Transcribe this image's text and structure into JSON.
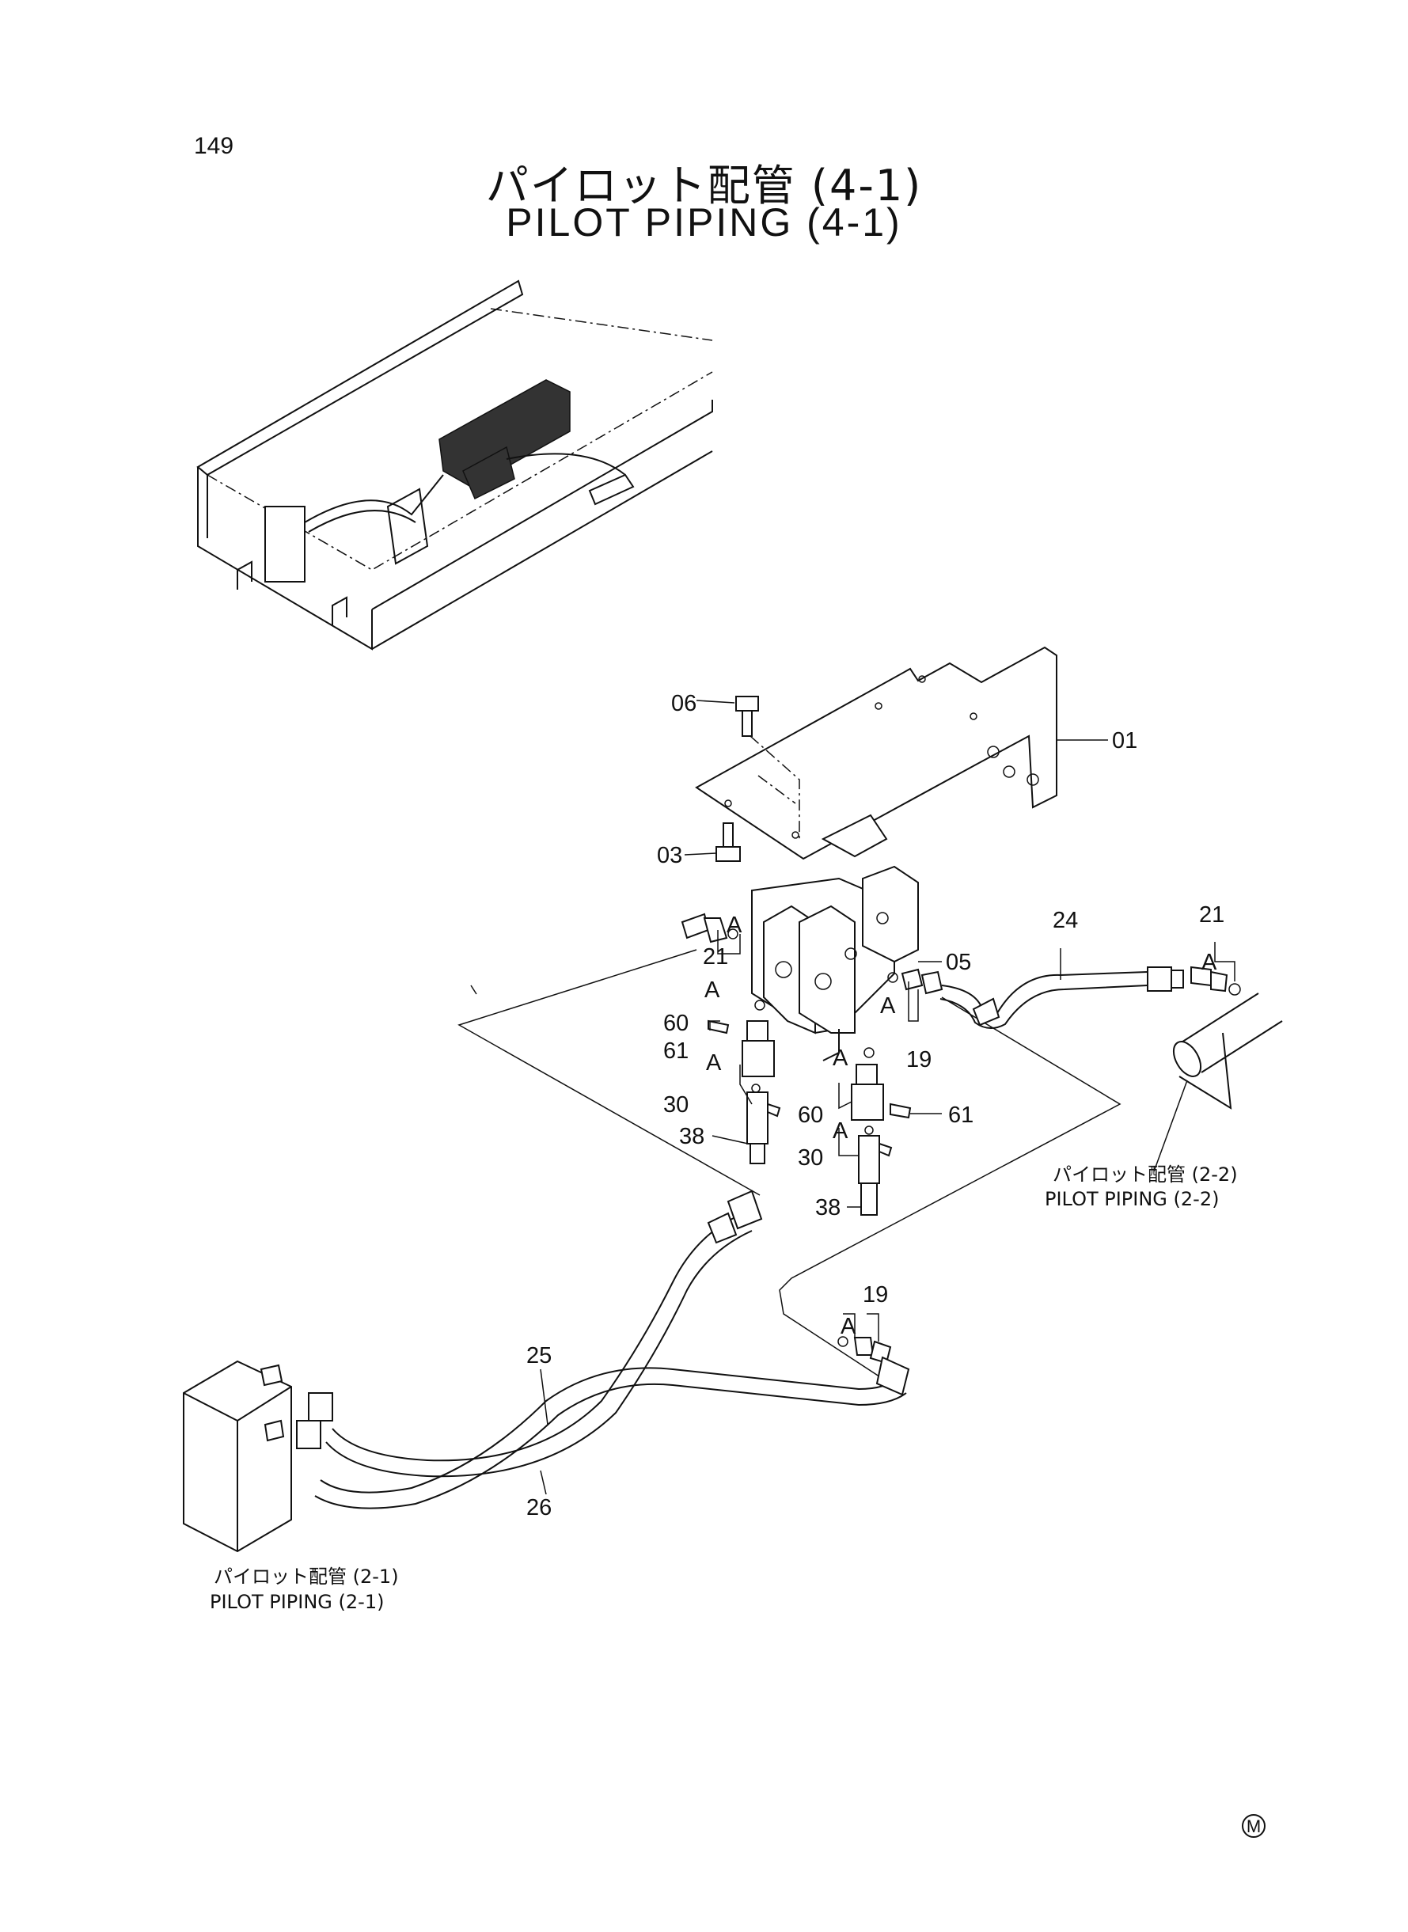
{
  "page": {
    "number": "149"
  },
  "title": {
    "ja": "パイロット配管 (4-1)",
    "en": "PILOT PIPING (4-1)"
  },
  "callouts": {
    "p01": "01",
    "p03": "03",
    "p05": "05",
    "p06": "06",
    "p19a": "19",
    "p19b": "19",
    "p21a": "21",
    "p21b": "21",
    "p24": "24",
    "p25": "25",
    "p26": "26",
    "p30a": "30",
    "p30b": "30",
    "p38a": "38",
    "p38b": "38",
    "p60a": "60",
    "p60b": "60",
    "p61a": "61",
    "p61b": "61",
    "markA": "A"
  },
  "references": {
    "ref_2_2_ja": "パイロット配管 (2-2)",
    "ref_2_2_en": "PILOT PIPING (2-2)",
    "ref_2_1_ja": "パイロット配管 (2-1)",
    "ref_2_1_en": "PILOT PIPING (2-1)"
  },
  "footer": {
    "mark": "M"
  }
}
